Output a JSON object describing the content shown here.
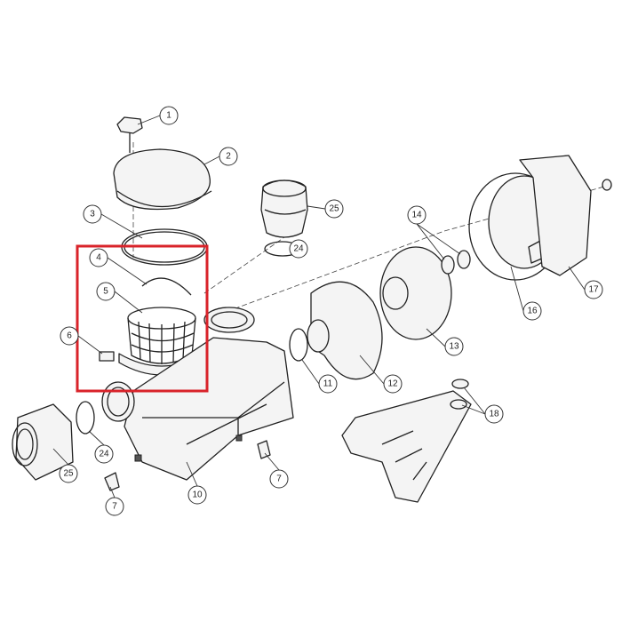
{
  "diagram": {
    "title": "Pump exploded parts diagram",
    "highlight_color": "#d9232a",
    "callouts": [
      "1",
      "2",
      "3",
      "4",
      "5",
      "6",
      "7",
      "7",
      "10",
      "11",
      "12",
      "13",
      "14",
      "16",
      "17",
      "18",
      "24",
      "24",
      "25",
      "25"
    ]
  }
}
